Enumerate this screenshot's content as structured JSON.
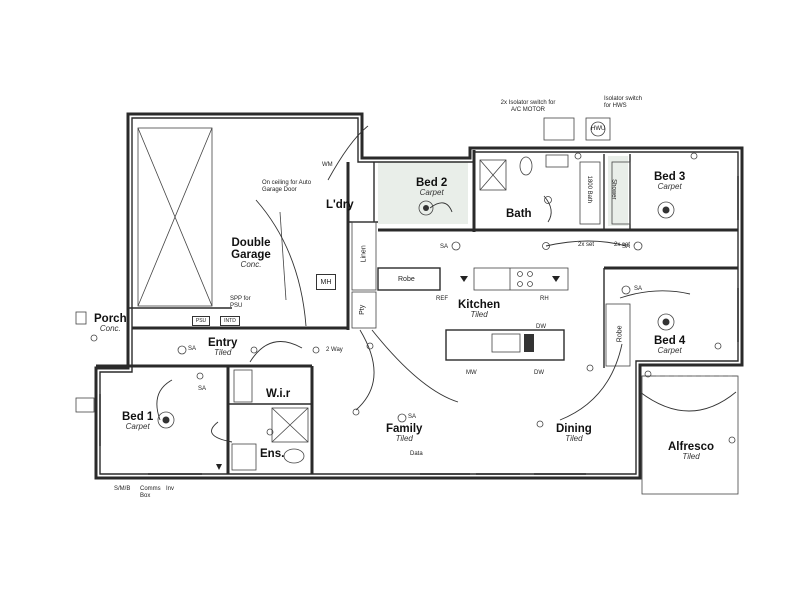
{
  "rooms": {
    "porch": {
      "name": "Porch",
      "finish": "Conc."
    },
    "double_garage": {
      "name": "Double Garage",
      "finish": "Conc."
    },
    "laundry": {
      "name": "L'dry"
    },
    "bed2": {
      "name": "Bed 2",
      "finish": "Carpet"
    },
    "bath": {
      "name": "Bath"
    },
    "bed3": {
      "name": "Bed 3",
      "finish": "Carpet"
    },
    "entry": {
      "name": "Entry",
      "finish": "Tiled"
    },
    "kitchen": {
      "name": "Kitchen",
      "finish": "Tiled"
    },
    "bed4": {
      "name": "Bed 4",
      "finish": "Carpet"
    },
    "bed1": {
      "name": "Bed 1",
      "finish": "Carpet"
    },
    "wir": {
      "name": "W.i.r"
    },
    "ens": {
      "name": "Ens."
    },
    "family": {
      "name": "Family",
      "finish": "Tiled"
    },
    "dining": {
      "name": "Dining",
      "finish": "Tiled"
    },
    "alfresco": {
      "name": "Alfresco",
      "finish": "Tiled"
    }
  },
  "fixtures": {
    "robe1": "Robe",
    "robe2": "Robe",
    "linen": "Linen",
    "pantry": "Pty",
    "mh": "MH",
    "psu": "PSU",
    "intd": "INTD",
    "hwu": "HWU",
    "shower": "Shower",
    "bath_tub": "1800 Bath"
  },
  "notes": {
    "auto_door": "On ceiling for Auto Garage Door",
    "spp_psu": "SPP for PSU",
    "ac_isolator": "2x Isolator switch for A/C MOTOR",
    "hws_isolator": "Isolator switch for HWS",
    "wm": "WM",
    "sa": "SA",
    "ref": "REF",
    "rh": "RH",
    "dw": "DW",
    "mw": "MW",
    "two_way": "2 Way",
    "data": "Data",
    "two_sets_a": "2x set",
    "two_sets_b": "2x set",
    "meter": "S/M/B",
    "comms": "Comms Box",
    "inv": "Inv"
  }
}
